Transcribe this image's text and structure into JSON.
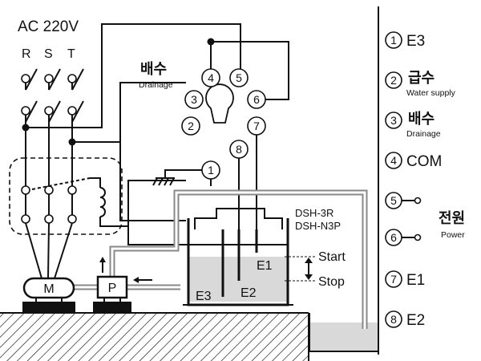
{
  "supply": {
    "title": "AC 220V",
    "phases": [
      "R",
      "S",
      "T"
    ]
  },
  "drainage_label": {
    "ko": "배수",
    "en": "Drainage"
  },
  "socket_pins": [
    "1",
    "2",
    "3",
    "4",
    "5",
    "6",
    "7",
    "8"
  ],
  "tank": {
    "model_lines": [
      "DSH-3R",
      "DSH-N3P"
    ],
    "probes": [
      "E1",
      "E2",
      "E3"
    ]
  },
  "levels": {
    "start": "Start",
    "stop": "Stop"
  },
  "devices": {
    "motor": "M",
    "pump": "P"
  },
  "legend": [
    {
      "num": "1",
      "label": "E3",
      "sub": ""
    },
    {
      "num": "2",
      "label": "급수",
      "sub": "Water supply"
    },
    {
      "num": "3",
      "label": "배수",
      "sub": "Drainage"
    },
    {
      "num": "4",
      "label": "COM",
      "sub": ""
    },
    {
      "num": "5",
      "label": "",
      "sub": ""
    },
    {
      "num": "6",
      "label": "",
      "sub": ""
    },
    {
      "num": "7",
      "label": "E1",
      "sub": ""
    },
    {
      "num": "8",
      "label": "E2",
      "sub": ""
    }
  ],
  "power_label": {
    "ko": "전원",
    "en": "Power"
  }
}
